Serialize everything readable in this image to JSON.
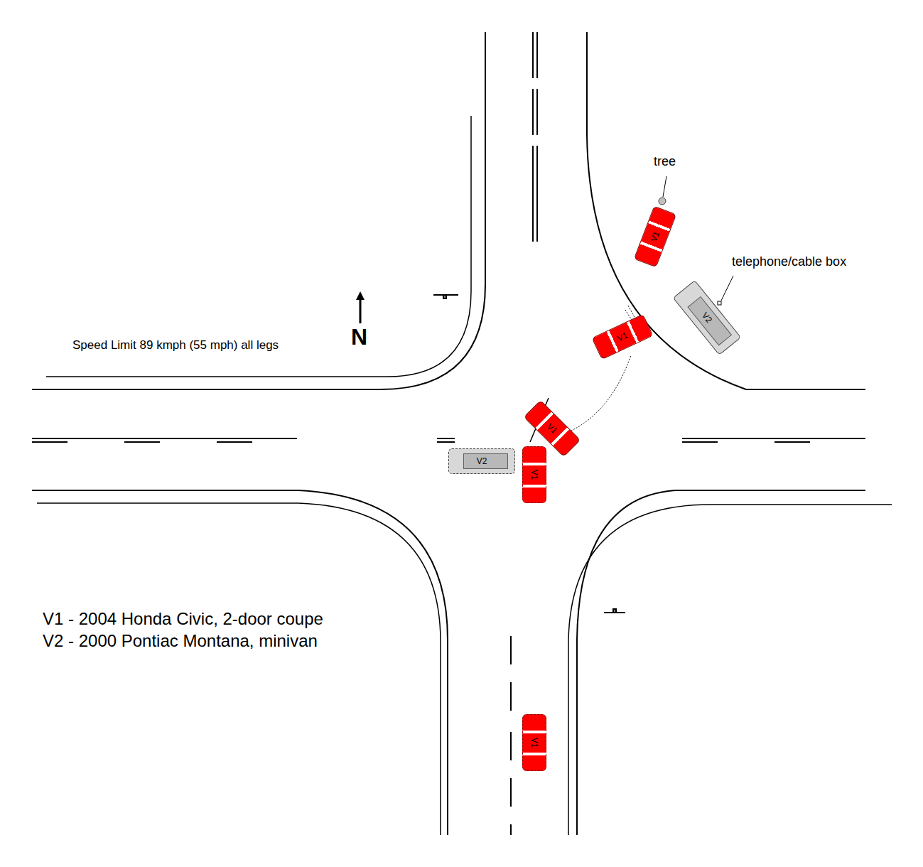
{
  "diagram": {
    "nodes": [
      {
        "text": [
          "V1"
        ]
      },
      {
        "text": [
          "V2"
        ]
      },
      {
        "text": [
          "V1"
        ]
      },
      {
        "text": [
          "V1"
        ]
      },
      {
        "text": [
          "V2"
        ]
      },
      {
        "text": [
          "V1"
        ]
      },
      {
        "text": [
          "V1"
        ]
      }
    ],
    "labels": [
      "tree",
      "telephone/cable box",
      "Speed Limit 89 kmph (55 mph) all legs",
      "N",
      "V1 - 2004 Honda Civic, 2-door coupe",
      "V2 - 2000 Pontiac Montana, minivan"
    ]
  }
}
